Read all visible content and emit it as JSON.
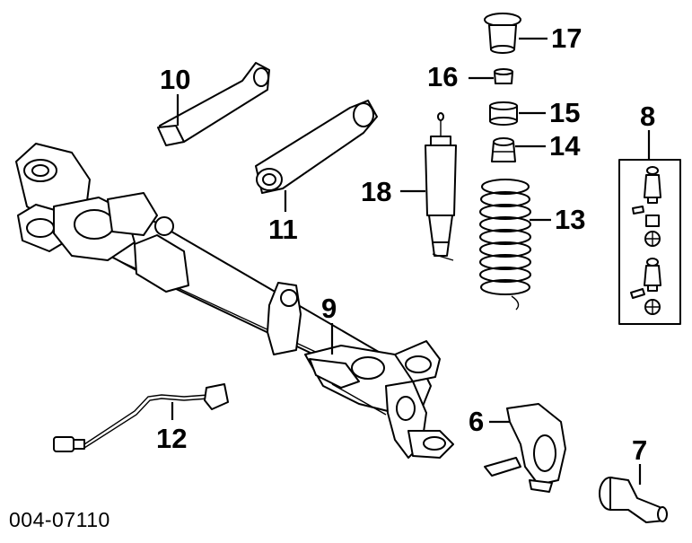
{
  "diagram": {
    "catalog_number": "004-07110",
    "callouts": [
      {
        "id": "c17",
        "label": "17"
      },
      {
        "id": "c16",
        "label": "16"
      },
      {
        "id": "c15",
        "label": "15"
      },
      {
        "id": "c14",
        "label": "14"
      },
      {
        "id": "c13",
        "label": "13"
      },
      {
        "id": "c18",
        "label": "18"
      },
      {
        "id": "c10",
        "label": "10"
      },
      {
        "id": "c11",
        "label": "11"
      },
      {
        "id": "c9",
        "label": "9"
      },
      {
        "id": "c8",
        "label": "8"
      },
      {
        "id": "c12",
        "label": "12"
      },
      {
        "id": "c6",
        "label": "6"
      },
      {
        "id": "c7",
        "label": "7"
      }
    ]
  }
}
